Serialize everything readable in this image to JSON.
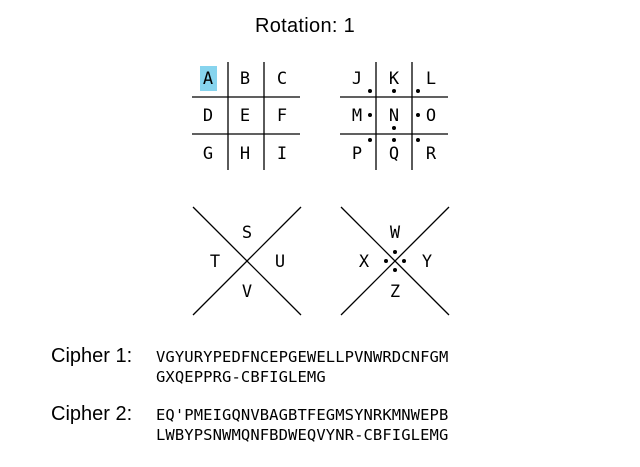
{
  "title": "Rotation:  1",
  "highlight_color": "#87d4ee",
  "grid1": [
    "A",
    "B",
    "C",
    "D",
    "E",
    "F",
    "G",
    "H",
    "I"
  ],
  "grid2": [
    "J",
    "K",
    "L",
    "M",
    "N",
    "O",
    "P",
    "Q",
    "R"
  ],
  "x1": [
    "S",
    "T",
    "U",
    "V"
  ],
  "x2": [
    "W",
    "X",
    "Y",
    "Z"
  ],
  "ciphers": [
    {
      "label": "Cipher 1:",
      "line1": "VGYURYPEDFNCEPGEWELLPVNWRDCNFGM",
      "line2": "GXQEPPRG-CBFIGLEMG"
    },
    {
      "label": "Cipher 2:",
      "line1": "EQ'PMEIGQNVBAGBTFEGMSYNRKMNWEPB",
      "line2": "LWBYPSNWMQNFBDWEQVYNR-CBFIGLEMG"
    }
  ]
}
